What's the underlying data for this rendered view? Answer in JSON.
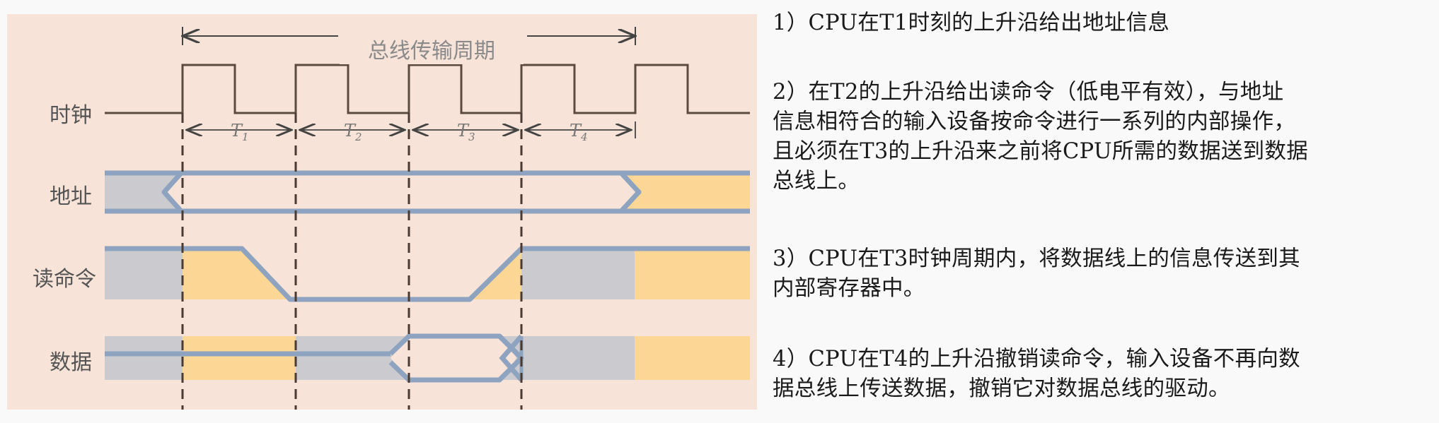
{
  "diagram": {
    "period_title": "总线传输周期",
    "signals": {
      "clock": "时钟",
      "address": "地址",
      "read_cmd": "读命令",
      "data": "数据"
    },
    "t_labels": [
      {
        "base": "T",
        "sub": "1"
      },
      {
        "base": "T",
        "sub": "2"
      },
      {
        "base": "T",
        "sub": "3"
      },
      {
        "base": "T",
        "sub": "4"
      }
    ],
    "colors": {
      "panel_bg": "#f7e3d8",
      "bus_outline": "#8da3bf",
      "invalid_fill": "#cbcbcf",
      "active_fill": "#fbd694",
      "clock_line": "#5b4a40",
      "dashed": "#4a3a32"
    }
  },
  "notes": [
    "1）CPU在T1时刻的上升沿给出地址信息",
    "2）在T2的上升沿给出读命令（低电平有效），与地址\n信息相符合的输入设备按命令进行一系列的内部操作，\n且必须在T3的上升沿来之前将CPU所需的数据送到数据\n总线上。",
    "3）CPU在T3时钟周期内，将数据线上的信息传送到其\n内部寄存器中。",
    "4）CPU在T4的上升沿撤销读命令，输入设备不再向数\n据总线上传送数据，撤销它对数据总线的驱动。"
  ]
}
